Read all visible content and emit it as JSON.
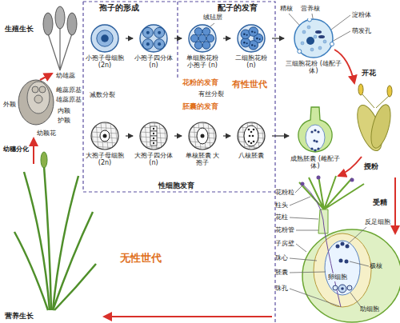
{
  "diagram": {
    "nodes": [
      {
        "text": [
          "小孢子母细胞 (2n)"
        ]
      },
      {
        "text": [
          "小孢子四分体 (n)"
        ]
      },
      {
        "text": [
          "单细胞花粉 小孢子 (n)"
        ]
      },
      {
        "text": [
          "二细胞花粉 (n)"
        ]
      },
      {
        "text": [
          "三细胞花粉 (雄配子体)"
        ]
      },
      {
        "text": [
          "大孢子母细胞 (2n)"
        ]
      },
      {
        "text": [
          "大孢子四分体 (n)"
        ]
      },
      {
        "text": [
          "单核胚囊 大孢子"
        ]
      },
      {
        "text": [
          "八核胚囊"
        ]
      },
      {
        "text": [
          "成熟胚囊 (雌配子体)"
        ]
      }
    ],
    "edges": [
      {
        "from": 0,
        "to": 1,
        "arrow": "to"
      },
      {
        "from": 1,
        "to": 2,
        "arrow": "to"
      },
      {
        "from": 2,
        "to": 3,
        "arrow": "to"
      },
      {
        "from": 3,
        "to": 4,
        "arrow": "to"
      },
      {
        "from": 5,
        "to": 6,
        "arrow": "to"
      },
      {
        "from": 6,
        "to": 7,
        "arrow": "to"
      },
      {
        "from": 7,
        "to": 8,
        "arrow": "to"
      },
      {
        "from": 8,
        "to": 9,
        "arrow": "to"
      }
    ],
    "labels": [
      "孢子的形成",
      "配子的发育",
      "绒毡层",
      "精核",
      "营养核",
      "淀粉体",
      "萌发孔",
      "生殖生长",
      "幼雄蕊",
      "减数分裂",
      "花粉的发育",
      "有丝分裂",
      "胚囊的发育",
      "有性世代",
      "开花",
      "雌蕊原基",
      "雄蕊原基",
      "外颖",
      "内颖",
      "护颖",
      "幼颖花",
      "幼穗分化",
      "性细胞发育",
      "授粉",
      "花粉粒",
      "柱头",
      "花柱",
      "花粉管",
      "子房壁",
      "珠心",
      "胚囊",
      "珠孔",
      "受精",
      "反足细胞",
      "卵细胞",
      "极核",
      "助细胞",
      "无性世代",
      "营养生长"
    ]
  }
}
